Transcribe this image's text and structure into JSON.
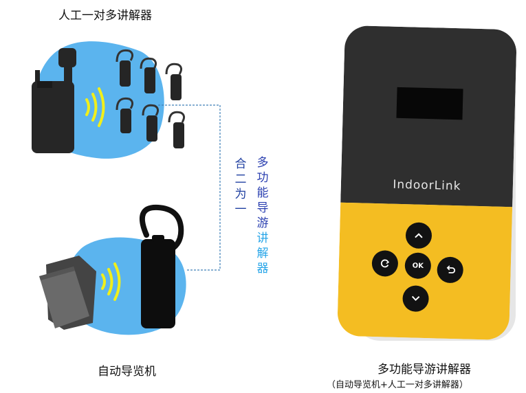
{
  "labels": {
    "group_title": "人工一对多讲解器",
    "auto_title": "自动导览机",
    "combine_text": "合二为一",
    "multi_text": "多功能导游讲解器",
    "device_title": "多功能导游讲解器",
    "device_subtitle": "（自动导览机+人工一对多讲解器）"
  },
  "device": {
    "brand": "IndoorLink",
    "ok_label": "OK"
  },
  "icons": {
    "up": "chevron-up-icon",
    "down": "chevron-down-icon",
    "left": "refresh-icon",
    "right": "back-icon"
  },
  "colors": {
    "blob": "#5bb4ee",
    "device_top": "#2f2f2f",
    "device_bottom": "#f4bd22",
    "waves": "#f1ef1a",
    "dashed_line": "#3d7fb8",
    "combine_text": "#1f3fa0",
    "multi_text_top": "#2a3fb0",
    "multi_text_bottom": "#27a5e8"
  }
}
